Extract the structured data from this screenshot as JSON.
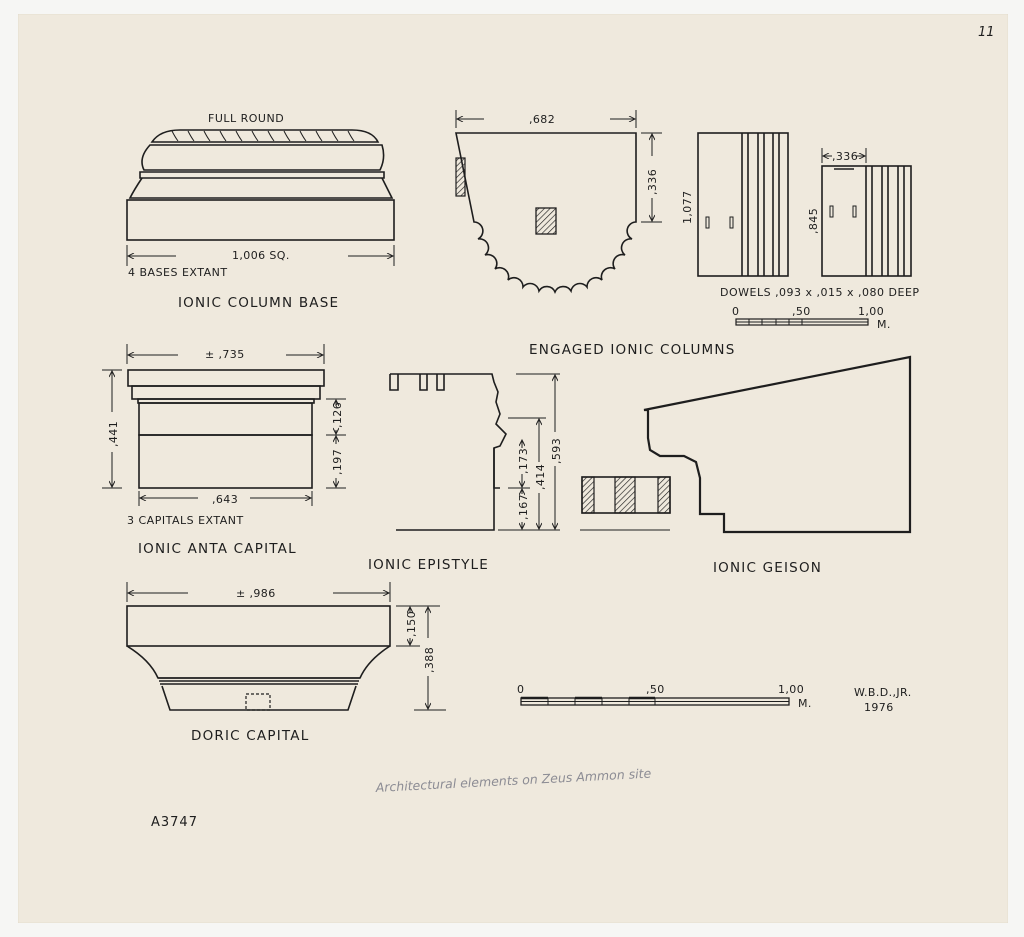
{
  "sheet": {
    "page_number": "11",
    "catalog_number": "A3747",
    "handwritten_note": "Architectural elements on Zeus Ammon site",
    "signature_initials": "W.B.D.,JR.",
    "signature_year": "1976"
  },
  "ionic_column_base": {
    "title": "IONIC COLUMN BASE",
    "note_top": "FULL ROUND",
    "width_dim": "1,006 SQ.",
    "note_extant": "4 BASES EXTANT"
  },
  "engaged_ionic_columns": {
    "title": "ENGAGED IONIC COLUMNS",
    "plan_width_dim": ",682",
    "plan_depth_dim": ",336",
    "elev_height_1": "1,077",
    "elev_width_2": ",336",
    "elev_height_2": ",845",
    "dowels_note": "DOWELS ,093 x ,015 x ,080 DEEP",
    "scale_labels": [
      "0",
      ",50",
      "1,00",
      "M."
    ]
  },
  "ionic_anta_capital": {
    "title": "IONIC ANTA CAPITAL",
    "width_top": "± ,735",
    "height_total": ",441",
    "height_upper": ",126",
    "height_lower": ",197",
    "width_bottom": ",643",
    "note_extant": "3 CAPITALS EXTANT"
  },
  "ionic_epistyle": {
    "title": "IONIC EPISTYLE",
    "dim_lower": ",167",
    "dim_middle": ",173",
    "dim_414": ",414",
    "dim_593": ",593"
  },
  "ionic_geison": {
    "title": "IONIC GEISON"
  },
  "doric_capital": {
    "title": "DORIC CAPITAL",
    "width_dim": "± ,986",
    "height_upper": ",150",
    "height_total": ",388"
  },
  "main_scale": {
    "labels": [
      "0",
      ",50",
      "1,00",
      "M."
    ]
  }
}
